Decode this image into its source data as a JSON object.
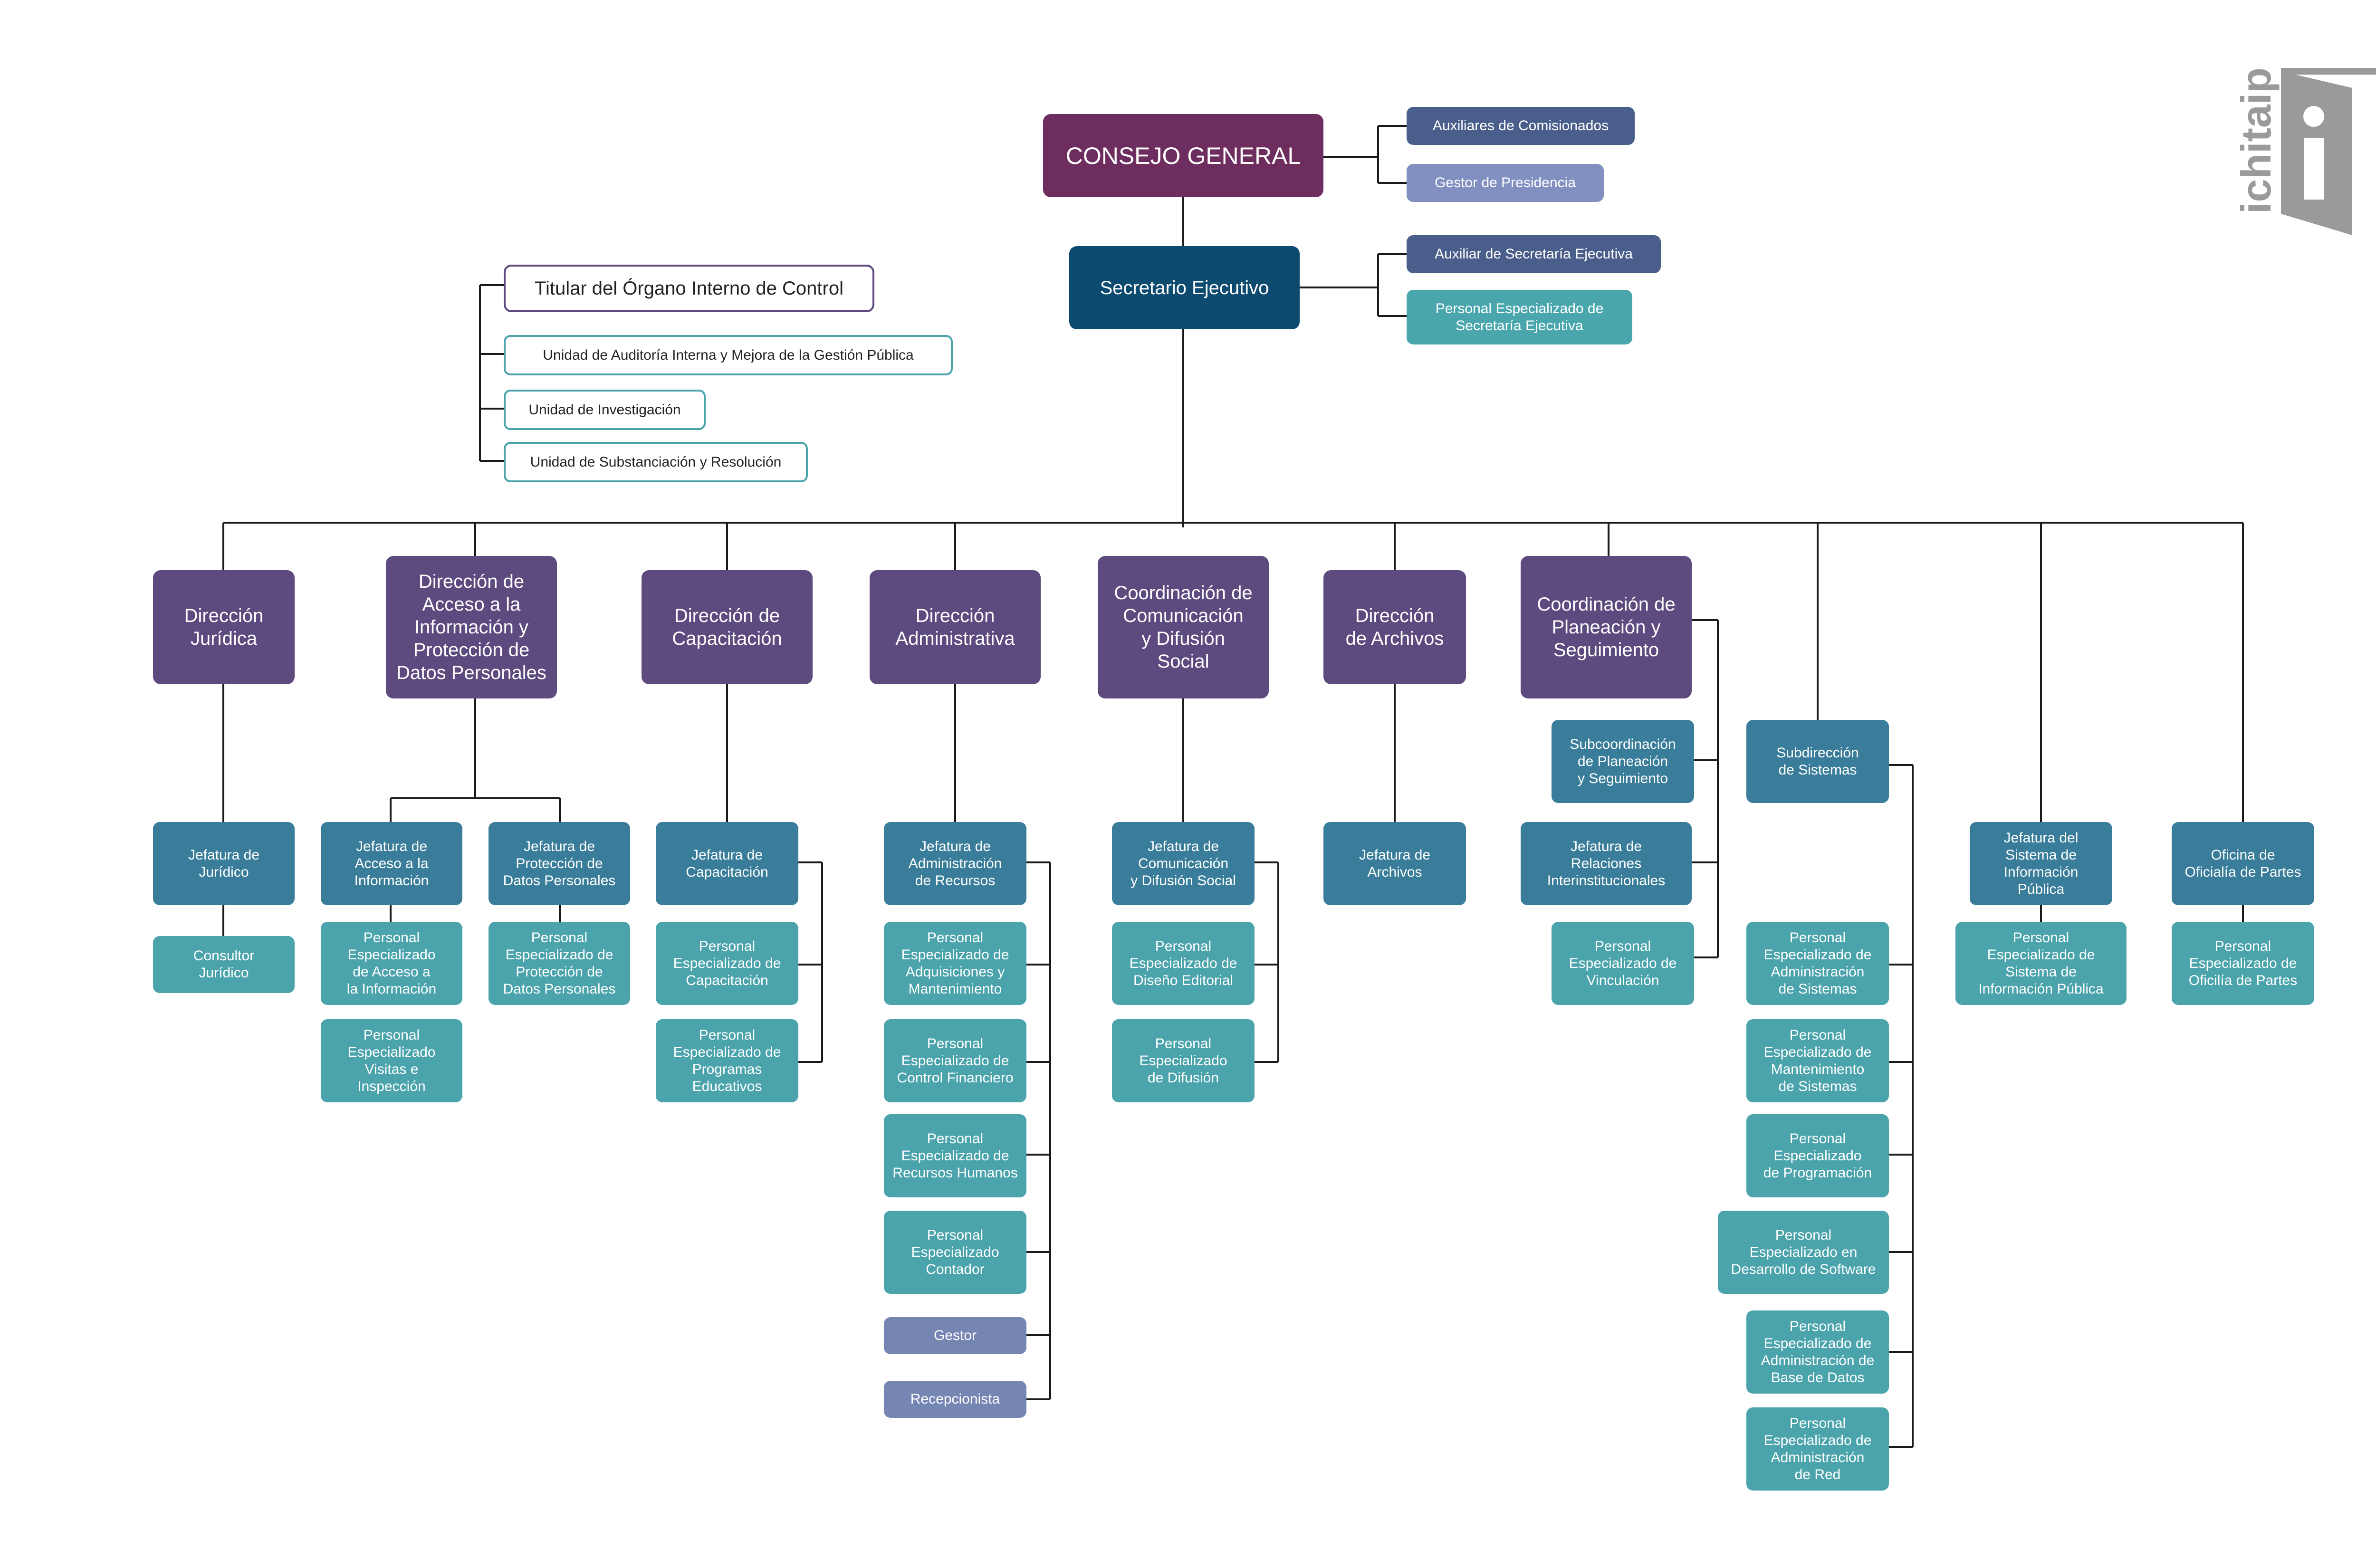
{
  "colors": {
    "root": "#6d2d5e",
    "executive": "#0c4a70",
    "direction": "#5d4a7e",
    "sub_unit": "#3a7d9a",
    "personnel": "#4ba3ac",
    "support": "#7686b3",
    "connector": "#1a1a1a"
  },
  "logo": {
    "text": "ichitaip",
    "icon": "door-i-logo-icon"
  },
  "consejo": {
    "title": "CONSEJO GENERAL"
  },
  "consejo_support": [
    "Auxiliares de Comisionados",
    "Gestor de Presidencia"
  ],
  "secretario": {
    "title": "Secretario Ejecutivo"
  },
  "secretario_support": [
    "Auxiliar de Secretaría Ejecutiva",
    "Personal Especializado de\nSecretaría Ejecutiva"
  ],
  "control": {
    "title": "Titular del Órgano Interno de Control",
    "units": [
      "Unidad de Auditoría Interna y Mejora de la Gestión Pública",
      "Unidad de Investigación",
      "Unidad de Substanciación y Resolución"
    ]
  },
  "directions": [
    "Dirección\nJurídica",
    "Dirección de\nAcceso a la\nInformación y\nProtección de\nDatos Personales",
    "Dirección de\nCapacitación",
    "Dirección\nAdministrativa",
    "Coordinación de\nComunicación\ny Difusión\nSocial",
    "Dirección\nde Archivos",
    "Coordinación de\nPlaneación y\nSeguimiento"
  ],
  "juridica": {
    "head": "Jefatura de\nJurídico",
    "staff": [
      "Consultor\nJurídico"
    ]
  },
  "acceso": {
    "heads": [
      "Jefatura de\nAcceso a la\nInformación",
      "Jefatura de\nProtección de\nDatos Personales"
    ],
    "staff_acceso": [
      "Personal\nEspecializado\nde Acceso a\nla Información",
      "Personal\nEspecializado\nVisitas e\nInspección"
    ],
    "staff_proteccion": [
      "Personal\nEspecializado de\nProtección de\nDatos Personales"
    ]
  },
  "capacitacion": {
    "head": "Jefatura de\nCapacitación",
    "staff": [
      "Personal\nEspecializado de\nCapacitación",
      "Personal\nEspecializado de\nProgramas\nEducativos"
    ]
  },
  "administrativa": {
    "head": "Jefatura de\nAdministración\nde Recursos",
    "staff": [
      "Personal\nEspecializado de\nAdquisiciones y\nMantenimiento",
      "Personal\nEspecializado de\nControl Financiero",
      "Personal\nEspecializado de\nRecursos Humanos",
      "Personal\nEspecializado\nContador"
    ],
    "support": [
      "Gestor",
      "Recepcionista"
    ]
  },
  "comunicacion": {
    "head": "Jefatura de\nComunicación\ny Difusión Social",
    "staff": [
      "Personal\nEspecializado de\nDiseño Editorial",
      "Personal\nEspecializado\nde Difusión"
    ]
  },
  "archivos": {
    "head": "Jefatura de\nArchivos"
  },
  "planeacion": {
    "units": [
      "Subcoordinación\nde Planeación\ny Seguimiento",
      "Jefatura de\nRelaciones\nInterinstitucionales"
    ],
    "staff": [
      "Personal\nEspecializado de\nVinculación"
    ]
  },
  "sistemas": {
    "head": "Subdirección\nde Sistemas",
    "staff": [
      "Personal\nEspecializado de\nAdministración\nde Sistemas",
      "Personal\nEspecializado de\nMantenimiento\nde Sistemas",
      "Personal\nEspecializado\nde Programación",
      "Personal\nEspecializado en\nDesarrollo de Software",
      "Personal\nEspecializado de\nAdministración de\nBase de Datos",
      "Personal\nEspecializado de\nAdministración\nde Red"
    ]
  },
  "informacion_publica": {
    "head": "Jefatura del\nSistema de\nInformación\nPública",
    "staff": [
      "Personal\nEspecializado de\nSistema de\nInformación Pública"
    ]
  },
  "oficialia": {
    "head": "Oficina de\nOficialía de Partes",
    "staff": [
      "Personal\nEspecializado de\nOficilía de Partes"
    ]
  }
}
